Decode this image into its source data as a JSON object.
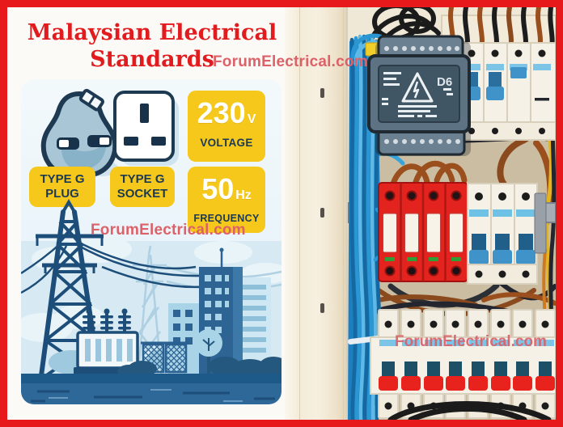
{
  "header": {
    "title_line1": "Malaysian Electrical",
    "title_line2": "Standards",
    "brand": "ForumElectrical.com"
  },
  "infographic": {
    "watermark": "ForumElectrical.com",
    "plug_badge": {
      "line1": "TYPE G",
      "line2": "PLUG"
    },
    "socket_badge": {
      "line1": "TYPE G",
      "line2": "SOCKET"
    },
    "voltage_badge": {
      "value": "230",
      "unit": "V",
      "label": "VOLTAGE"
    },
    "frequency_badge": {
      "value": "50",
      "unit": "Hz",
      "label": "FREQUENCY"
    }
  },
  "panel": {
    "device_label": "D6",
    "watermark": "ForumElectrical.com"
  },
  "colors": {
    "border_red": "#e8191b",
    "title_red": "#e11b1e",
    "watermark_pink": "#dd6168",
    "badge_yellow": "#f6c81c",
    "badge_text_navy": "#1c3952",
    "card_blue": "#e8f3f9",
    "city_navy": "#1d4e79",
    "sky_blue": "#d7eaf4",
    "panel_tan": "#cbbda2",
    "panel_cream": "#f0e8d6",
    "wire_blue": "#2a97d4",
    "wire_brown": "#9a4f1d",
    "wire_black": "#1b1b1b",
    "spd_red": "#e2231e",
    "breaker_toggle_blue": "#3f93c9",
    "breaker_toggle_red": "#e8231e",
    "device_gray": "#5d7384"
  }
}
